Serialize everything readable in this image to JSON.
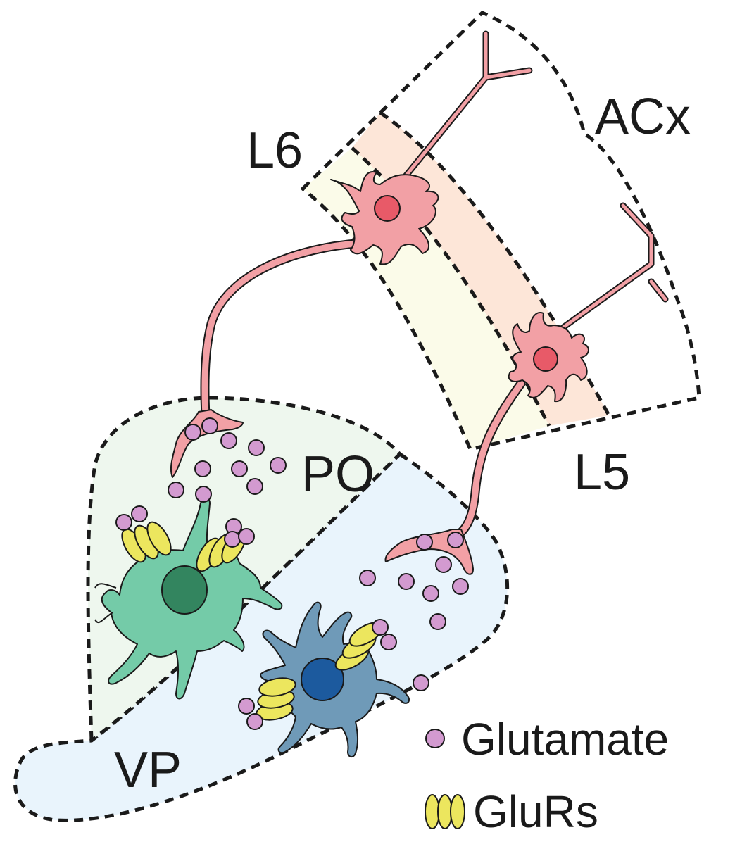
{
  "regions": {
    "acx": "ACx",
    "l6": "L6",
    "l5": "L5",
    "po": "PO",
    "vp": "VP"
  },
  "legend": {
    "glutamate": "Glutamate",
    "glurs": "GluRs"
  },
  "colors": {
    "cortex_neuron": "#f2a0a5",
    "cortex_nucleus": "#e85a68",
    "po_region": "#eef7ee",
    "po_neuron": "#74cba8",
    "po_nucleus": "#33855f",
    "vp_region": "#e9f4fc",
    "vp_neuron": "#6f9ab8",
    "vp_nucleus": "#1c5a9e",
    "l5_band": "#fde6d8",
    "l6_band": "#fbfbe9",
    "glutamate": "#d39ad0",
    "glurs": "#ece65e"
  }
}
